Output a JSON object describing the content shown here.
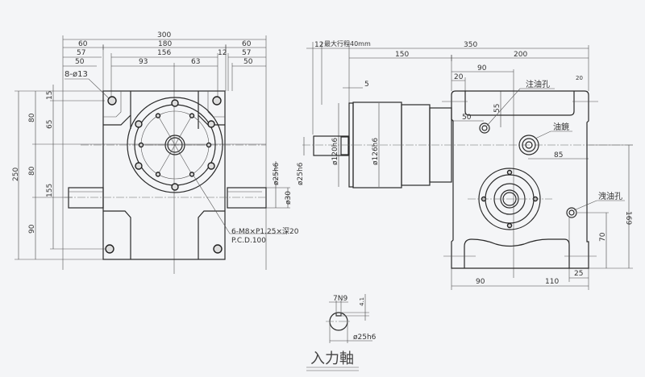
{
  "front_view": {
    "dims_top": {
      "overall": "300",
      "left_60": "60",
      "mid_180": "180",
      "right_60": "60",
      "left_57": "57",
      "mid_156": "156",
      "gap_12": "12",
      "right_57": "57",
      "left_50": "50",
      "d93": "93",
      "d63": "63",
      "right_50": "50"
    },
    "dims_left": {
      "overall": "250",
      "d80a": "80",
      "d80b": "80",
      "d90": "90",
      "d15": "15",
      "d65": "65",
      "d155": "155"
    },
    "dims_right": {
      "shaft_dia": "ø25h6",
      "d30": "ø30"
    },
    "hole_note": "8-ø13",
    "bolt_note": "6-M8×P1.25×深20",
    "pcd_note": "P.C.D.100"
  },
  "side_view": {
    "stroke_gap": "12",
    "stroke_note": "最大行程40mm",
    "dims": {
      "overall": "350",
      "d150": "150",
      "d200": "200",
      "d90": "90",
      "d20": "20",
      "d5": "5",
      "d55": "55",
      "d50": "50",
      "d85": "85",
      "d169": "169",
      "d70": "70",
      "d25": "25",
      "bottom_90": "90",
      "bottom_110": "110",
      "top_right": "20"
    },
    "diameters": {
      "flange_120": "ø120h6",
      "body_126": "ø126h6",
      "shaft": "ø25h6"
    },
    "labels": {
      "oil_fill": "注油孔",
      "oil_gauge": "油鏡",
      "oil_drain": "洩油孔"
    }
  },
  "shaft_section": {
    "key_width": "7N9",
    "key_depth": "4.1",
    "diameter": "ø25h6",
    "title": "入力軸"
  }
}
